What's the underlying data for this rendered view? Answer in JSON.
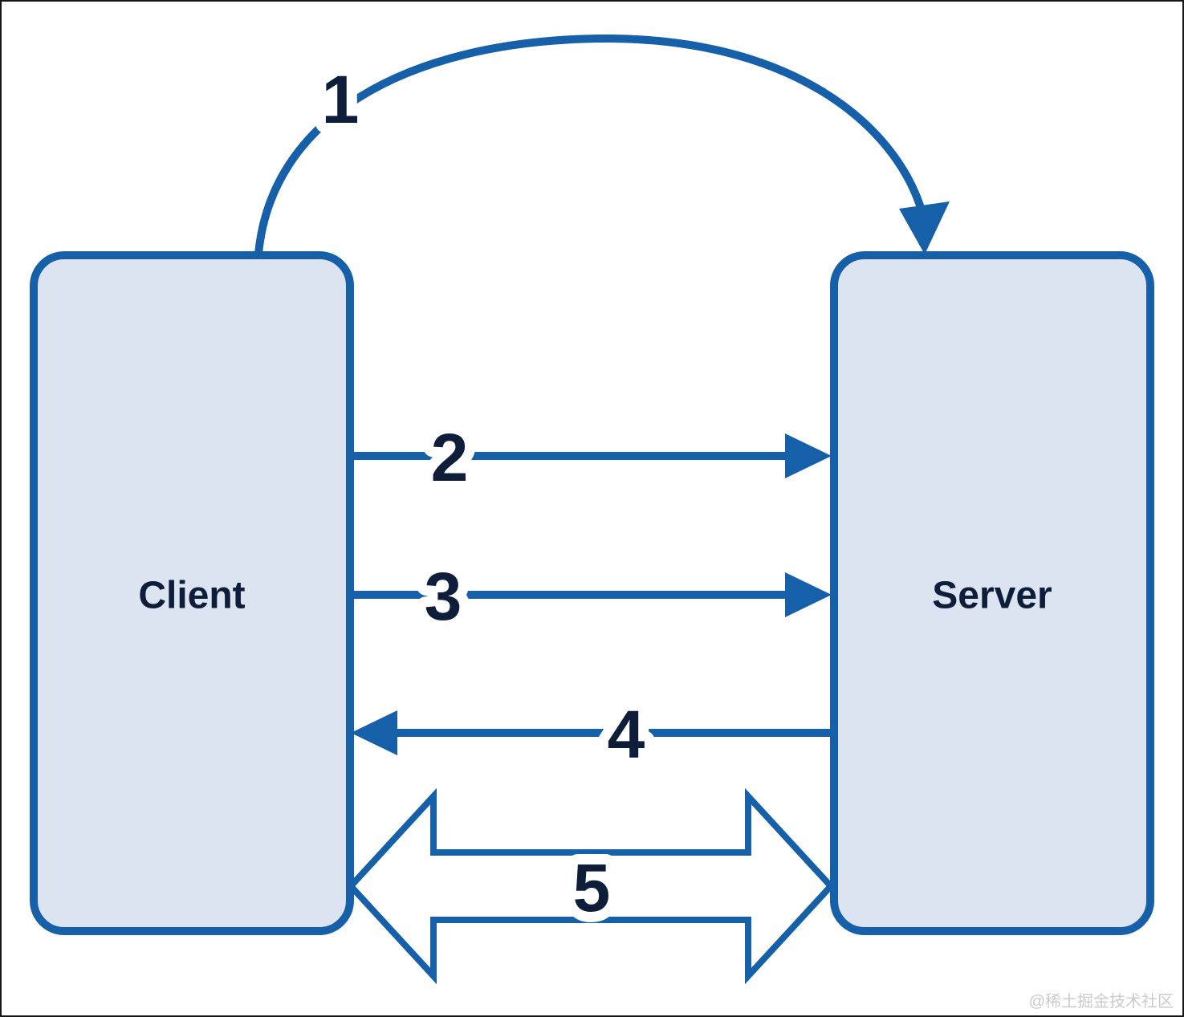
{
  "diagram": {
    "type": "client-server-sequence",
    "nodes": [
      {
        "id": "client",
        "label": "Client"
      },
      {
        "id": "server",
        "label": "Server"
      }
    ],
    "arrows": [
      {
        "label": "1",
        "from": "client",
        "to": "server",
        "style": "curved-arc-over-top"
      },
      {
        "label": "2",
        "from": "client",
        "to": "server",
        "style": "straight-right"
      },
      {
        "label": "3",
        "from": "client",
        "to": "server",
        "style": "straight-right"
      },
      {
        "label": "4",
        "from": "server",
        "to": "client",
        "style": "straight-left"
      },
      {
        "label": "5",
        "from": "client",
        "to": "server",
        "style": "double-headed-outline"
      }
    ],
    "colors": {
      "stroke_blue": "#1560a8",
      "node_fill": "#dde4f1",
      "text_navy": "#0d1d3a",
      "watermark_gray": "#cbcbcb",
      "background": "#ffffff",
      "frame": "#161616"
    },
    "watermark": "@稀土掘金技术社区"
  }
}
